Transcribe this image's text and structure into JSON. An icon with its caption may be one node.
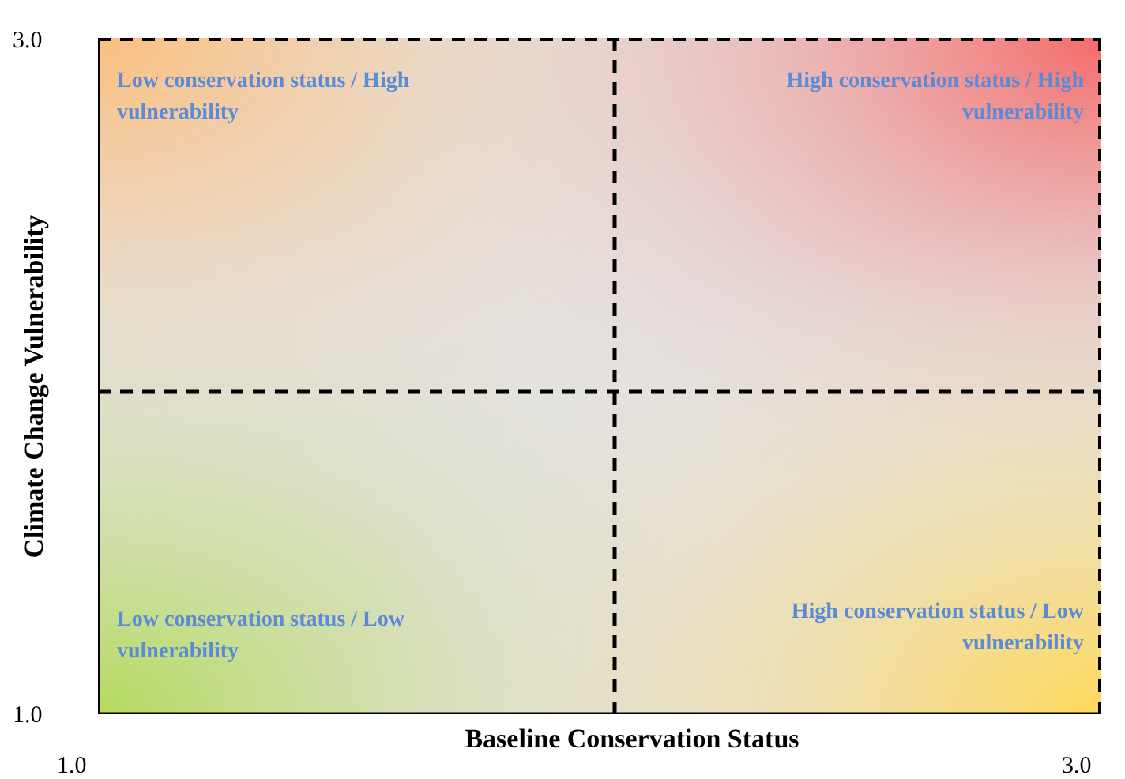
{
  "diagram": {
    "labels": [
      "3.0",
      "Low conservation status / High vulnerability",
      "High conservation status / High vulnerability",
      "Climate Change Vulnerability",
      "Low conservation status / Low vulnerability",
      "High conservation status / Low vulnerability",
      "1.0",
      "Baseline Conservation Status",
      "1.0",
      "3.0"
    ]
  }
}
